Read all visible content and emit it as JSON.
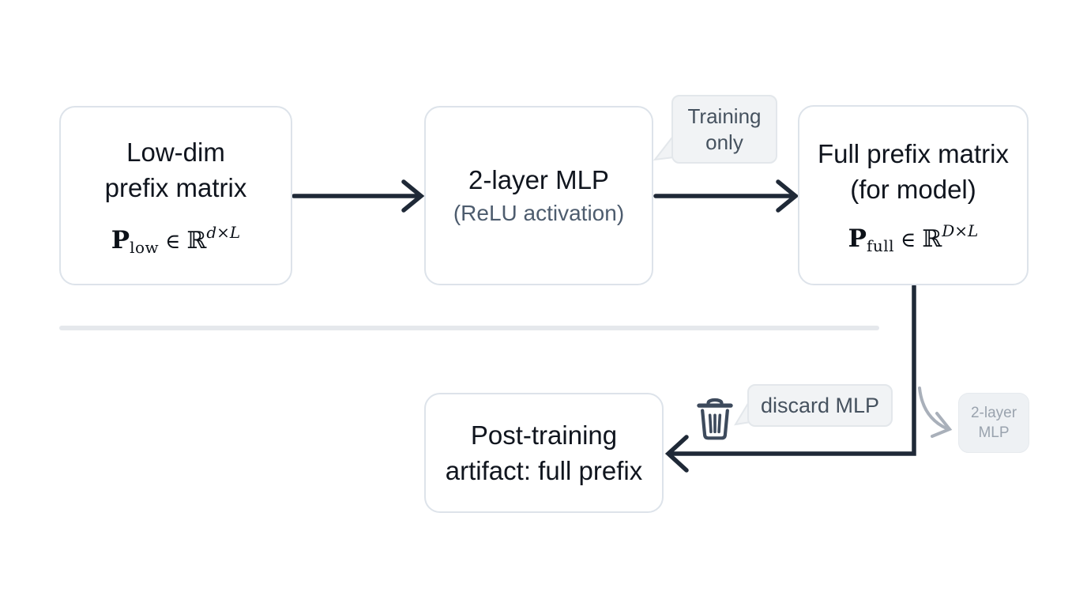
{
  "colors": {
    "background": "#ffffff",
    "node_border": "#dde3ea",
    "node_fill": "#ffffff",
    "text_primary": "#10151e",
    "text_secondary": "#4d5c6e",
    "callout_fill": "#f1f3f5",
    "callout_border": "#e3e7eb",
    "callout_text": "#46525f",
    "arrow_dark": "#1f2937",
    "arrow_gray": "#a9b0ba",
    "divider": "#e5e8ec",
    "faded_fill": "#eef1f4",
    "faded_text": "#9aa3ae"
  },
  "nodes": {
    "low_dim": {
      "line1": "Low-dim",
      "line2": "prefix matrix",
      "math": {
        "p": "P",
        "sub": "low",
        "element": "∈",
        "set": "ℝ",
        "sup_var": "d",
        "sup_times": "×",
        "sup_dim": "L"
      }
    },
    "mlp": {
      "line1": "2-layer MLP",
      "line2": "(ReLU activation)"
    },
    "full_prefix": {
      "line1": "Full prefix matrix",
      "line2": "(for model)",
      "math": {
        "p": "P",
        "sub": "full",
        "element": "∈",
        "set": "ℝ",
        "sup_var": "D",
        "sup_times": "×",
        "sup_dim": "L"
      }
    },
    "artifact": {
      "line1": "Post-training",
      "line2": "artifact: full prefix"
    },
    "discarded_mlp": {
      "line1": "2-layer",
      "line2": "MLP"
    }
  },
  "callouts": {
    "training_only": {
      "line1": "Training",
      "line2": "only"
    },
    "discard": {
      "label": "discard MLP",
      "icon": "trash-icon"
    }
  }
}
